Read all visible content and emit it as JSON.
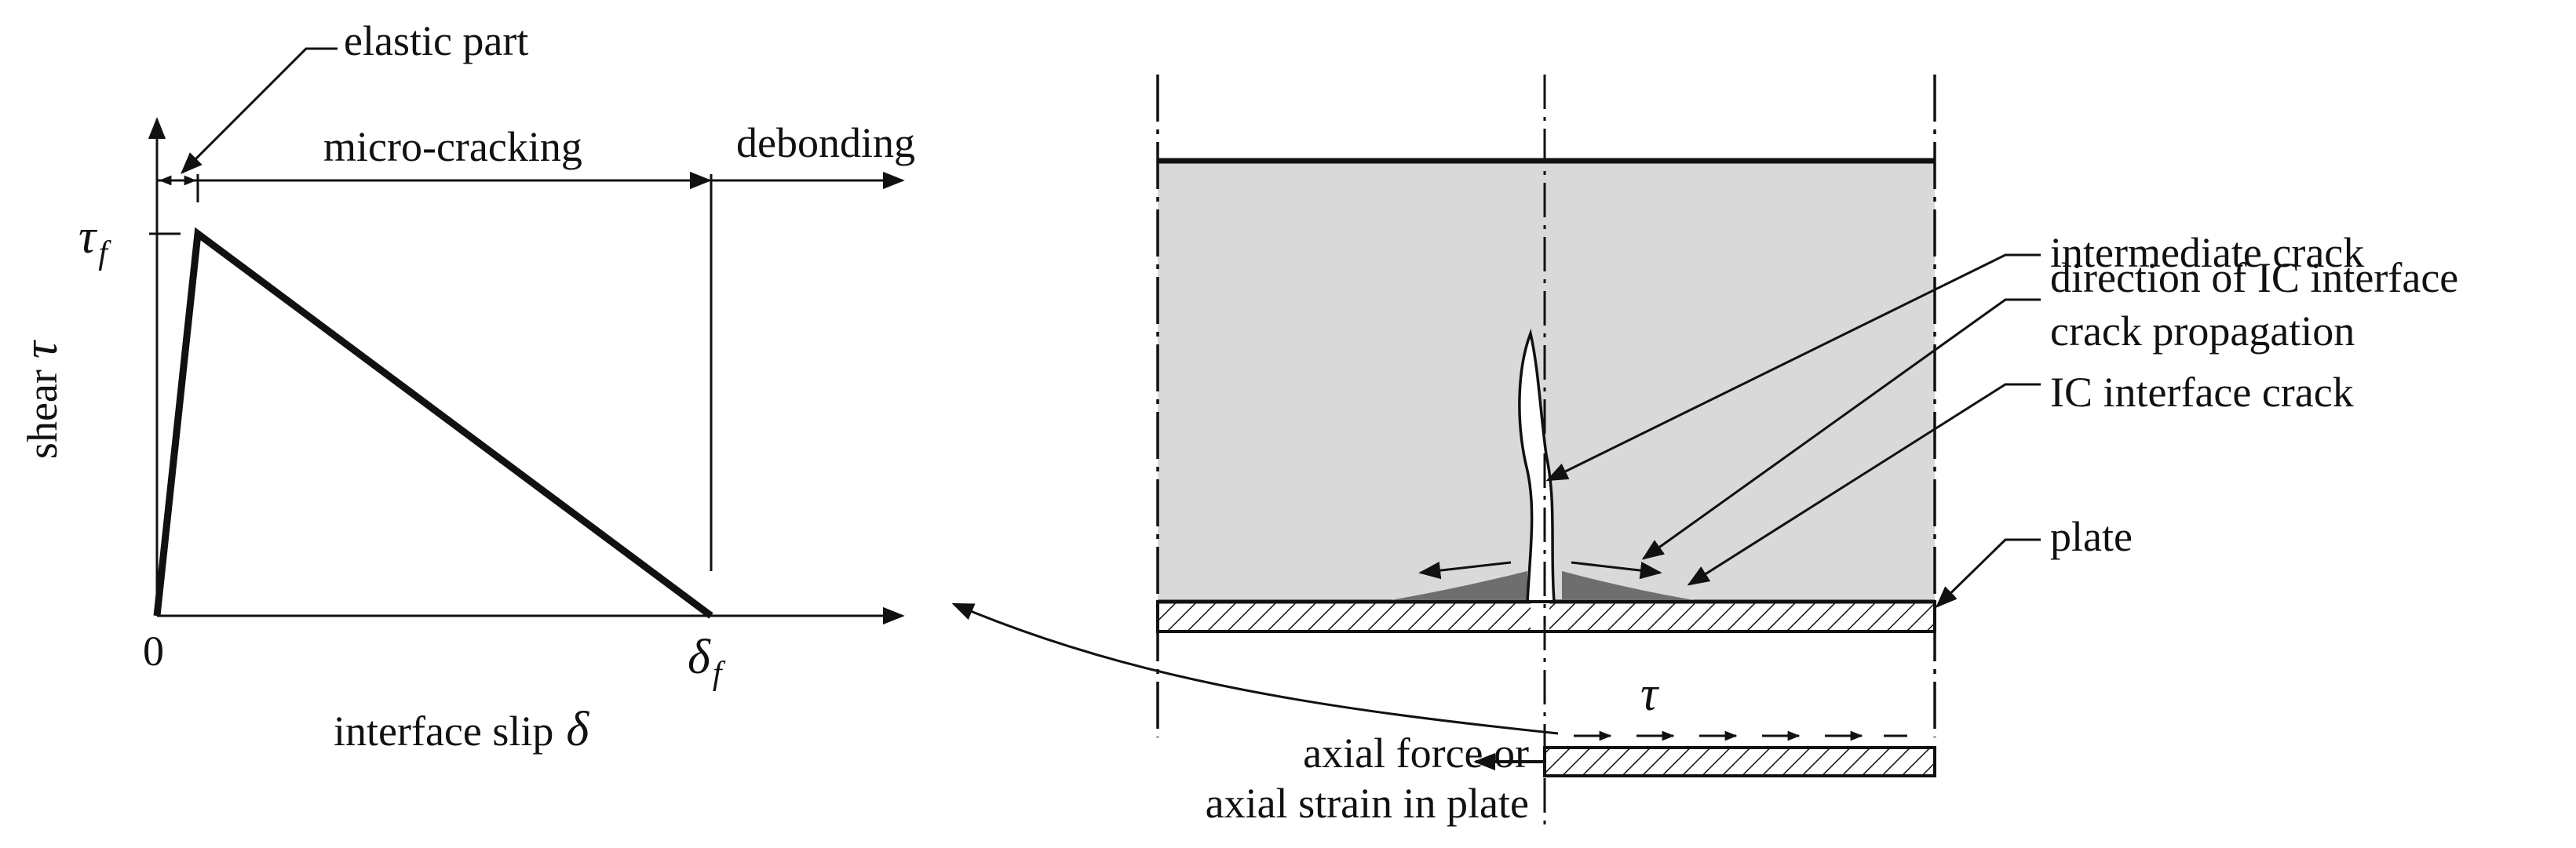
{
  "figure": {
    "curve_labels": {
      "elastic": "elastic part",
      "microcracking": "micro-cracking",
      "debonding": "debonding"
    },
    "axes": {
      "y_title": "shear",
      "y_symbol": "τ",
      "x_title": "interface slip",
      "x_symbol": "δ",
      "origin": "0",
      "tau_f_main": "τ",
      "tau_f_sub": "f",
      "delta_f_main": "δ",
      "delta_f_sub": "f"
    },
    "beam_labels": {
      "intermediate_crack": "intermediate crack",
      "direction_line1": "direction of IC interface",
      "direction_line2": "crack propagation",
      "ic_interface_crack": "IC interface crack",
      "plate": "plate",
      "tau": "τ",
      "axial_line1": "axial force or",
      "axial_line2": "axial strain in plate"
    },
    "colors": {
      "ink": "#111111",
      "concrete": "#d9d9d9",
      "crack_zone": "#6e6e6e"
    }
  }
}
